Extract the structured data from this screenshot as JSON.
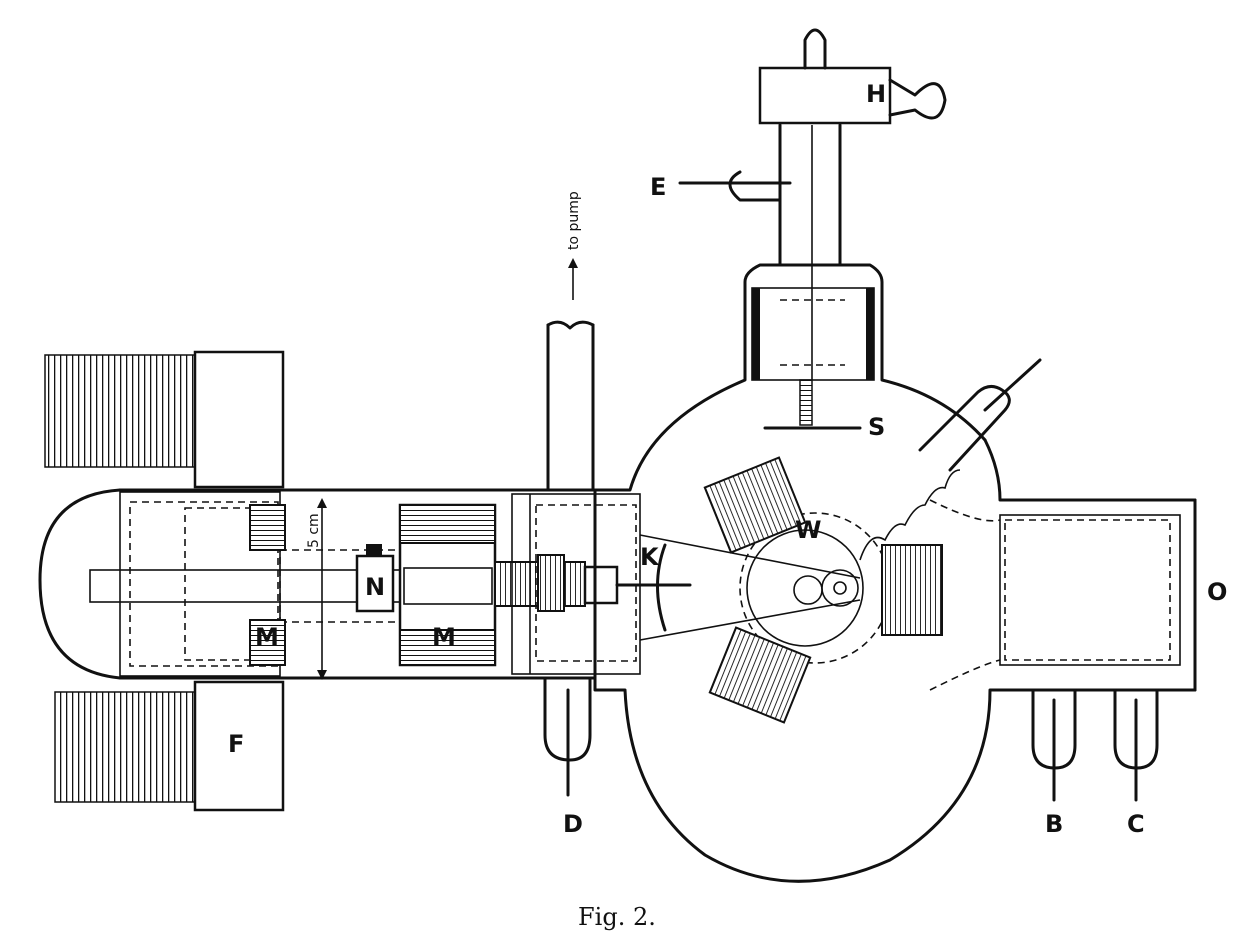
{
  "caption": "Fig. 2.",
  "labels": {
    "H": "H",
    "E": "E",
    "S": "S",
    "K": "K",
    "W": "W",
    "N": "N",
    "M_left": "M",
    "M_center": "M",
    "F": "F",
    "D": "D",
    "B": "B",
    "C": "C",
    "O": "O"
  },
  "annotations": {
    "to_pump": "to pump",
    "scale": "5 cm"
  }
}
